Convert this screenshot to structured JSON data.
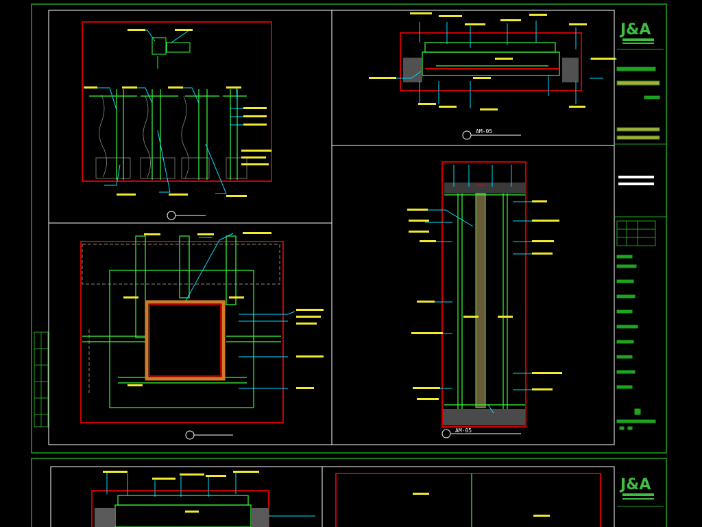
{
  "sheet": {
    "logo": "J&A",
    "title_block_note_1": "",
    "title_block_note_2": ""
  },
  "views": {
    "detail_a_code": "",
    "detail_b_code": "AM-05",
    "detail_c_code": "AM-05",
    "detail_label_yellow_1": "",
    "detail_label_yellow_2": "",
    "detail_label_yellow_3": ""
  },
  "colors": {
    "background": "#000000",
    "frame": "#1ea51e",
    "cut_line": "#e00000",
    "leader": "#00e0ff",
    "text": "#f2ea2e",
    "linework": "#39ff39",
    "grid": "#8a8a8a"
  },
  "watermark": "",
  "icons": [
    "logo-icon"
  ]
}
